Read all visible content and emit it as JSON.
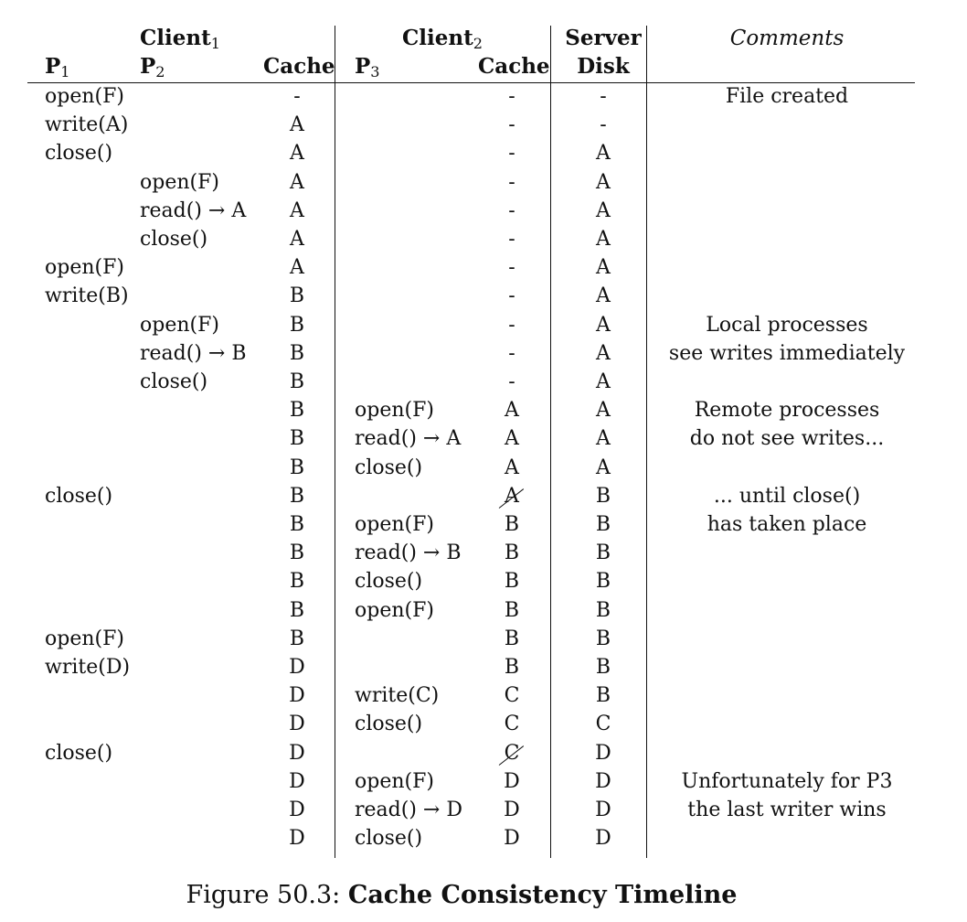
{
  "headers": {
    "client1": "Client",
    "client1_sub": "1",
    "client2": "Client",
    "client2_sub": "2",
    "server": "Server",
    "comments": "Comments",
    "p1": "P",
    "p1_sub": "1",
    "p2": "P",
    "p2_sub": "2",
    "cache1": "Cache",
    "p3": "P",
    "p3_sub": "3",
    "cache2": "Cache",
    "disk": "Disk"
  },
  "rows": [
    {
      "p1": "open(F)",
      "p2": "",
      "cache1": "-",
      "p3": "",
      "cache2": "-",
      "disk": "-",
      "comment": "File created",
      "strike": false
    },
    {
      "p1": "write(A)",
      "p2": "",
      "cache1": "A",
      "p3": "",
      "cache2": "-",
      "disk": "-",
      "comment": "",
      "strike": false
    },
    {
      "p1": "close()",
      "p2": "",
      "cache1": "A",
      "p3": "",
      "cache2": "-",
      "disk": "A",
      "comment": "",
      "strike": false
    },
    {
      "p1": "",
      "p2": "open(F)",
      "cache1": "A",
      "p3": "",
      "cache2": "-",
      "disk": "A",
      "comment": "",
      "strike": false
    },
    {
      "p1": "",
      "p2": "read() → A",
      "cache1": "A",
      "p3": "",
      "cache2": "-",
      "disk": "A",
      "comment": "",
      "strike": false
    },
    {
      "p1": "",
      "p2": "close()",
      "cache1": "A",
      "p3": "",
      "cache2": "-",
      "disk": "A",
      "comment": "",
      "strike": false
    },
    {
      "p1": "open(F)",
      "p2": "",
      "cache1": "A",
      "p3": "",
      "cache2": "-",
      "disk": "A",
      "comment": "",
      "strike": false
    },
    {
      "p1": "write(B)",
      "p2": "",
      "cache1": "B",
      "p3": "",
      "cache2": "-",
      "disk": "A",
      "comment": "",
      "strike": false
    },
    {
      "p1": "",
      "p2": "open(F)",
      "cache1": "B",
      "p3": "",
      "cache2": "-",
      "disk": "A",
      "comment": "Local processes",
      "strike": false
    },
    {
      "p1": "",
      "p2": "read() → B",
      "cache1": "B",
      "p3": "",
      "cache2": "-",
      "disk": "A",
      "comment": "see writes immediately",
      "strike": false
    },
    {
      "p1": "",
      "p2": "close()",
      "cache1": "B",
      "p3": "",
      "cache2": "-",
      "disk": "A",
      "comment": "",
      "strike": false
    },
    {
      "p1": "",
      "p2": "",
      "cache1": "B",
      "p3": "open(F)",
      "cache2": "A",
      "disk": "A",
      "comment": "Remote processes",
      "strike": false
    },
    {
      "p1": "",
      "p2": "",
      "cache1": "B",
      "p3": "read() → A",
      "cache2": "A",
      "disk": "A",
      "comment": "do not see writes...",
      "strike": false
    },
    {
      "p1": "",
      "p2": "",
      "cache1": "B",
      "p3": "close()",
      "cache2": "A",
      "disk": "A",
      "comment": "",
      "strike": false
    },
    {
      "p1": "close()",
      "p2": "",
      "cache1": "B",
      "p3": "",
      "cache2": "A",
      "disk": "B",
      "comment": "... until close()",
      "strike": true
    },
    {
      "p1": "",
      "p2": "",
      "cache1": "B",
      "p3": "open(F)",
      "cache2": "B",
      "disk": "B",
      "comment": "has taken place",
      "strike": false
    },
    {
      "p1": "",
      "p2": "",
      "cache1": "B",
      "p3": "read() → B",
      "cache2": "B",
      "disk": "B",
      "comment": "",
      "strike": false
    },
    {
      "p1": "",
      "p2": "",
      "cache1": "B",
      "p3": "close()",
      "cache2": "B",
      "disk": "B",
      "comment": "",
      "strike": false
    },
    {
      "p1": "",
      "p2": "",
      "cache1": "B",
      "p3": "open(F)",
      "cache2": "B",
      "disk": "B",
      "comment": "",
      "strike": false
    },
    {
      "p1": "open(F)",
      "p2": "",
      "cache1": "B",
      "p3": "",
      "cache2": "B",
      "disk": "B",
      "comment": "",
      "strike": false
    },
    {
      "p1": "write(D)",
      "p2": "",
      "cache1": "D",
      "p3": "",
      "cache2": "B",
      "disk": "B",
      "comment": "",
      "strike": false
    },
    {
      "p1": "",
      "p2": "",
      "cache1": "D",
      "p3": "write(C)",
      "cache2": "C",
      "disk": "B",
      "comment": "",
      "strike": false
    },
    {
      "p1": "",
      "p2": "",
      "cache1": "D",
      "p3": "close()",
      "cache2": "C",
      "disk": "C",
      "comment": "",
      "strike": false
    },
    {
      "p1": "close()",
      "p2": "",
      "cache1": "D",
      "p3": "",
      "cache2": "C",
      "disk": "D",
      "comment": "",
      "strike": true
    },
    {
      "p1": "",
      "p2": "",
      "cache1": "D",
      "p3": "open(F)",
      "cache2": "D",
      "disk": "D",
      "comment": "Unfortunately for P3",
      "strike": false
    },
    {
      "p1": "",
      "p2": "",
      "cache1": "D",
      "p3": "read() → D",
      "cache2": "D",
      "disk": "D",
      "comment": "the last writer wins",
      "strike": false
    },
    {
      "p1": "",
      "p2": "",
      "cache1": "D",
      "p3": "close()",
      "cache2": "D",
      "disk": "D",
      "comment": "",
      "strike": false
    }
  ],
  "caption": {
    "label": "Figure 50.3:",
    "title": "Cache Consistency Timeline"
  }
}
